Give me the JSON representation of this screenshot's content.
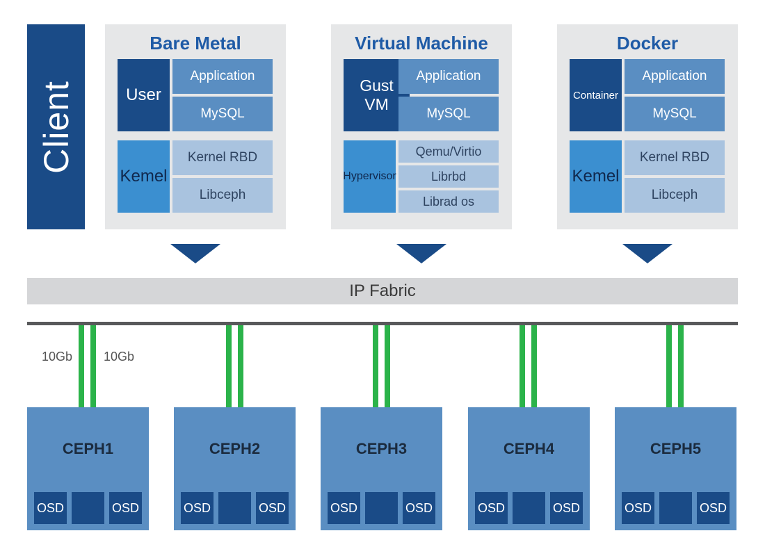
{
  "client": {
    "label": "Client"
  },
  "panels": [
    {
      "title": "Bare Metal",
      "upper_tag": "User",
      "lower_tag": "Kemel",
      "upper_items": [
        "Application",
        "MySQL"
      ],
      "lower_items": [
        "Kernel RBD",
        "Libceph"
      ]
    },
    {
      "title": "Virtual Machine",
      "upper_tag": "Gust VM",
      "lower_tag": "Hypervisor",
      "upper_items": [
        "Application",
        "MySQL"
      ],
      "lower_items": [
        "Qemu/Virtio",
        "Librbd",
        "Librad os"
      ]
    },
    {
      "title": "Docker",
      "upper_tag": "Container",
      "lower_tag": "Kemel",
      "upper_items": [
        "Application",
        "MySQL"
      ],
      "lower_items": [
        "Kernel RBD",
        "Libceph"
      ]
    }
  ],
  "network": {
    "label": "IP Fabric",
    "link_speeds": [
      "10Gb",
      "10Gb"
    ]
  },
  "nodes": [
    {
      "name": "CEPH1",
      "osds": [
        "OSD",
        "",
        "OSD"
      ]
    },
    {
      "name": "CEPH2",
      "osds": [
        "OSD",
        "",
        "OSD"
      ]
    },
    {
      "name": "CEPH3",
      "osds": [
        "OSD",
        "",
        "OSD"
      ]
    },
    {
      "name": "CEPH4",
      "osds": [
        "OSD",
        "",
        "OSD"
      ]
    },
    {
      "name": "CEPH5",
      "osds": [
        "OSD",
        "",
        "OSD"
      ]
    }
  ],
  "colors": {
    "dark_blue": "#1a4b87",
    "mid_blue": "#3b8fd0",
    "steel_blue": "#5a8ec2",
    "light_blue": "#a9c3df",
    "panel_gray": "#e6e7e8",
    "link_green": "#2bb34a"
  }
}
